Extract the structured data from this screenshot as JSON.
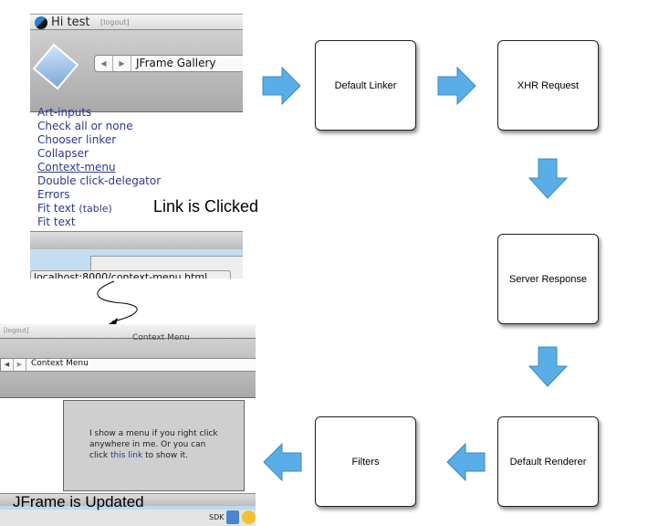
{
  "diagram": {
    "nodes": [
      "Default Linker",
      "XHR Request",
      "Server Response",
      "Default Renderer",
      "Filters"
    ],
    "captions": {
      "clicked": "Link is Clicked",
      "updated": "JFrame is Updated"
    }
  },
  "top_screenshot": {
    "greeting": "Hi test",
    "logout": "[logout]",
    "location": "JFrame Gallery",
    "links": [
      "Art-inputs",
      "Check all or none",
      "Chooser linker",
      "Collapser",
      "Context-menu",
      "Double click-delegator",
      "Errors",
      "Fit text",
      "Fit text"
    ],
    "link_note": "(table)",
    "status_url": "localhost:8000/context-menu.html"
  },
  "bottom_screenshot": {
    "logout": "[logout]",
    "window_title": "Context Menu",
    "location": "Context Menu",
    "text1": "I show a menu if you right click anywhere in me. Or you can click",
    "link": "this link",
    "text2": "to show it.",
    "dock_label": "SDK"
  },
  "colors": {
    "arrow": "#5aaee8",
    "link": "#2d3a8c"
  }
}
